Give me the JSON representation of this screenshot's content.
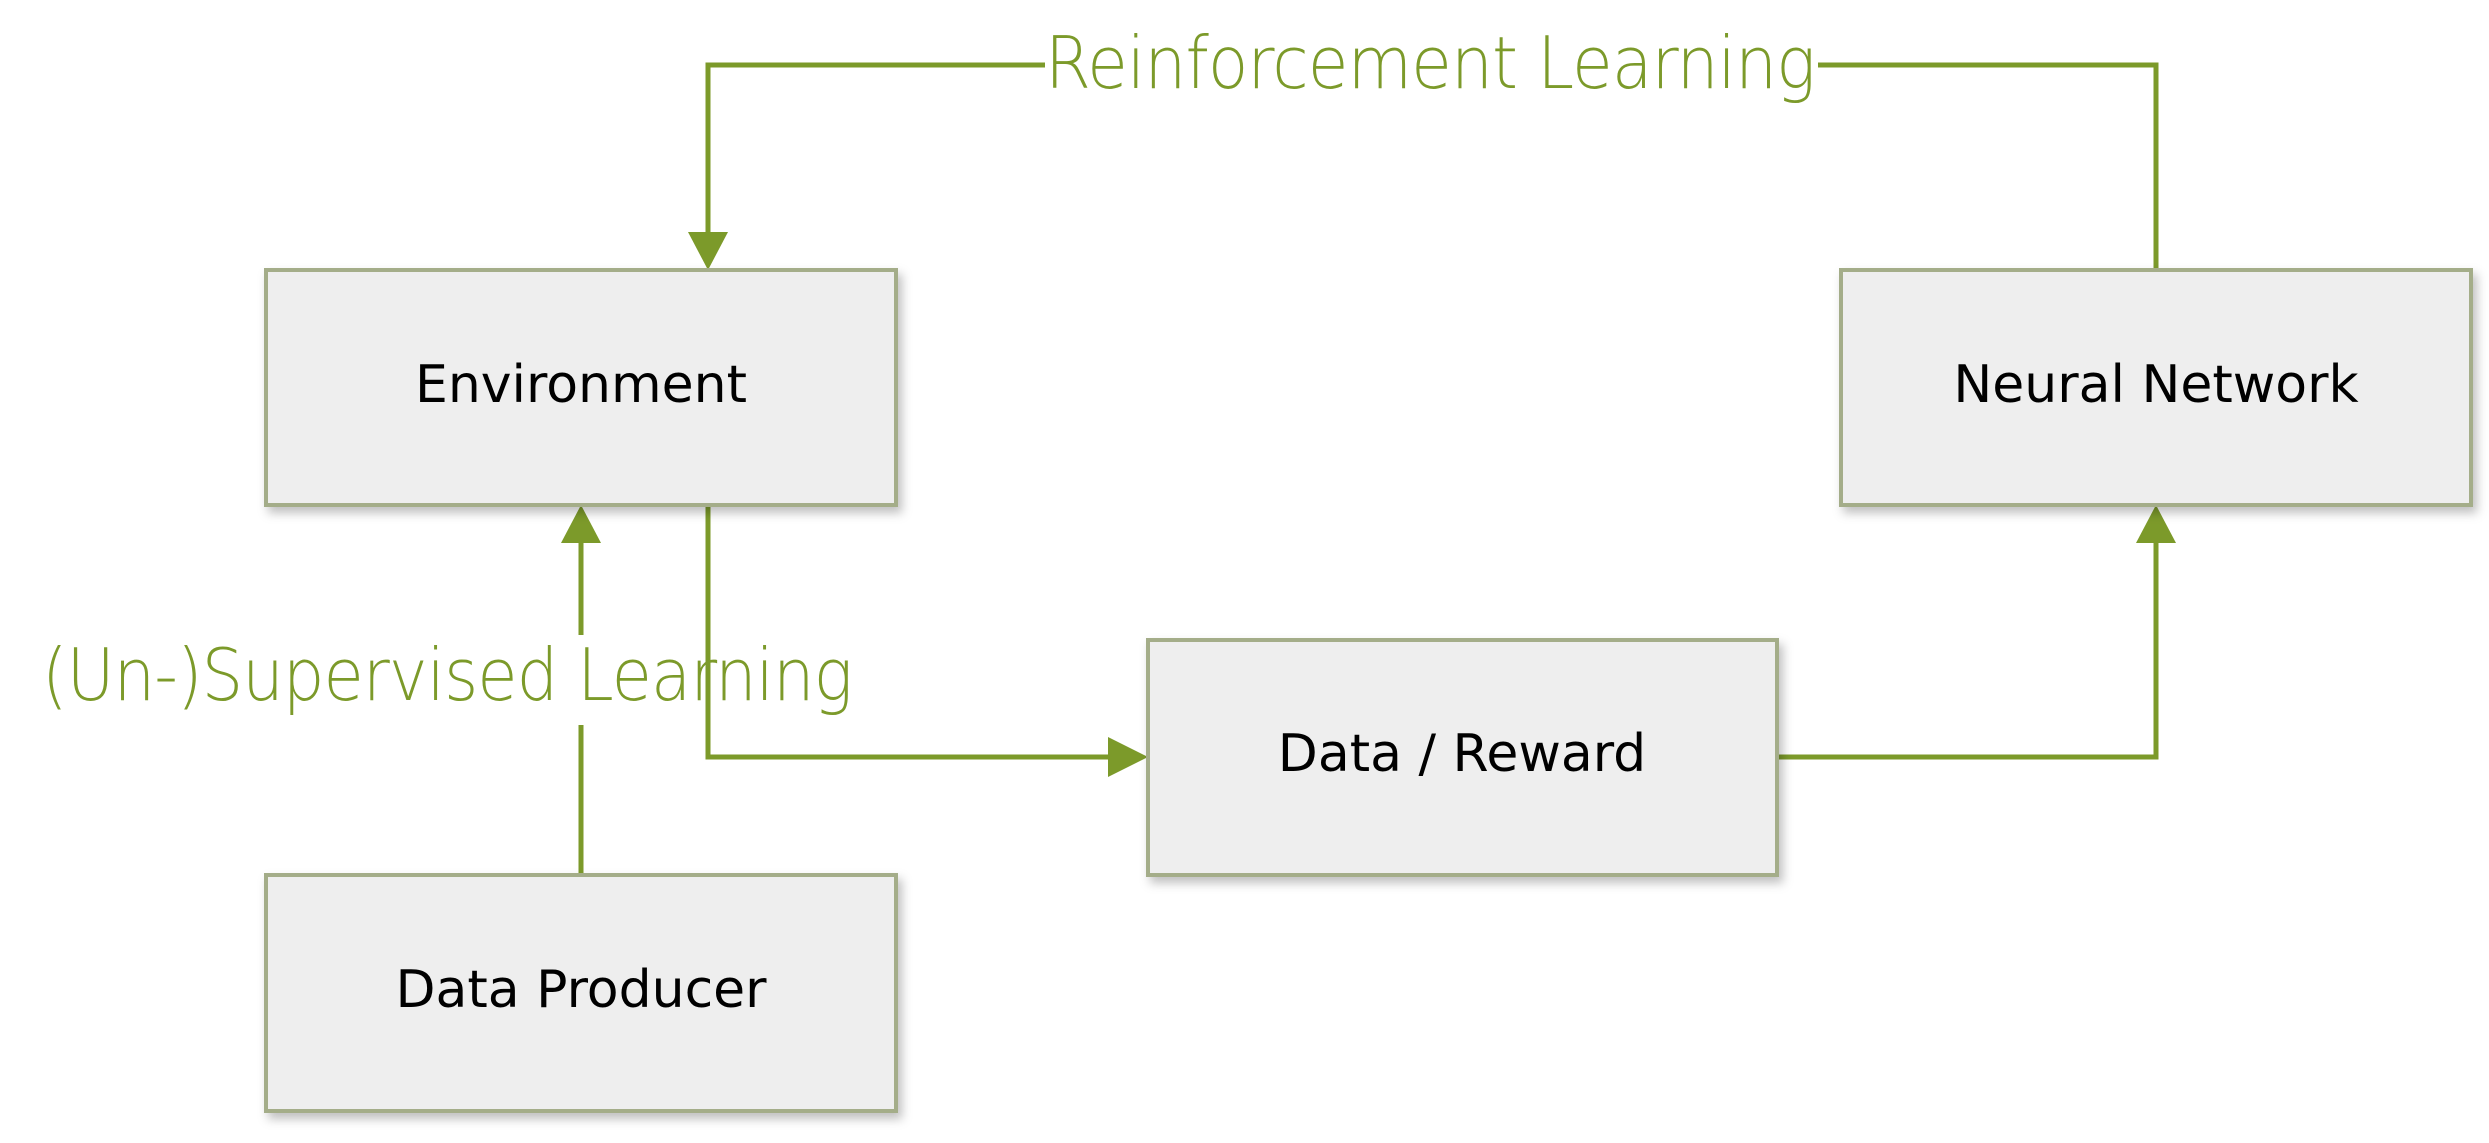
{
  "nodes": {
    "environment": "Environment",
    "neural_network": "Neural Network",
    "data_reward": "Data / Reward",
    "data_producer": "Data Producer"
  },
  "edges": {
    "reinforcement_learning": "Reinforcement Learning",
    "supervised_learning": "(Un-)Supervised Learning"
  },
  "colors": {
    "accent": "#7c9a2a",
    "box_fill": "#eeeeee",
    "box_border": "#a4ad89",
    "text": "#000000"
  }
}
